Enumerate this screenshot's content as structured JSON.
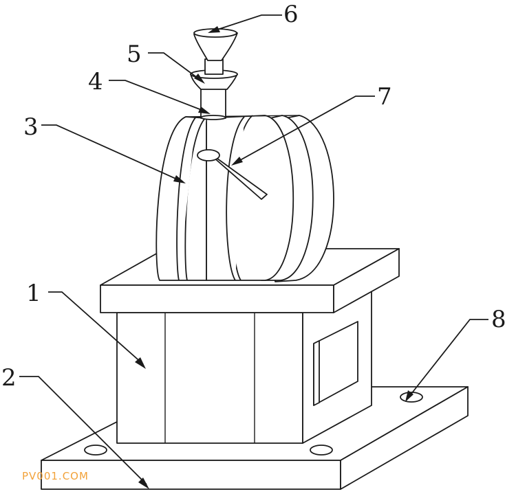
{
  "callouts": [
    "1",
    "2",
    "3",
    "4",
    "5",
    "6",
    "7",
    "8"
  ],
  "watermark": "PV001.COM",
  "colors": {
    "line": "#1a1a1a",
    "background": "#ffffff",
    "watermark": "#f2a23a"
  }
}
